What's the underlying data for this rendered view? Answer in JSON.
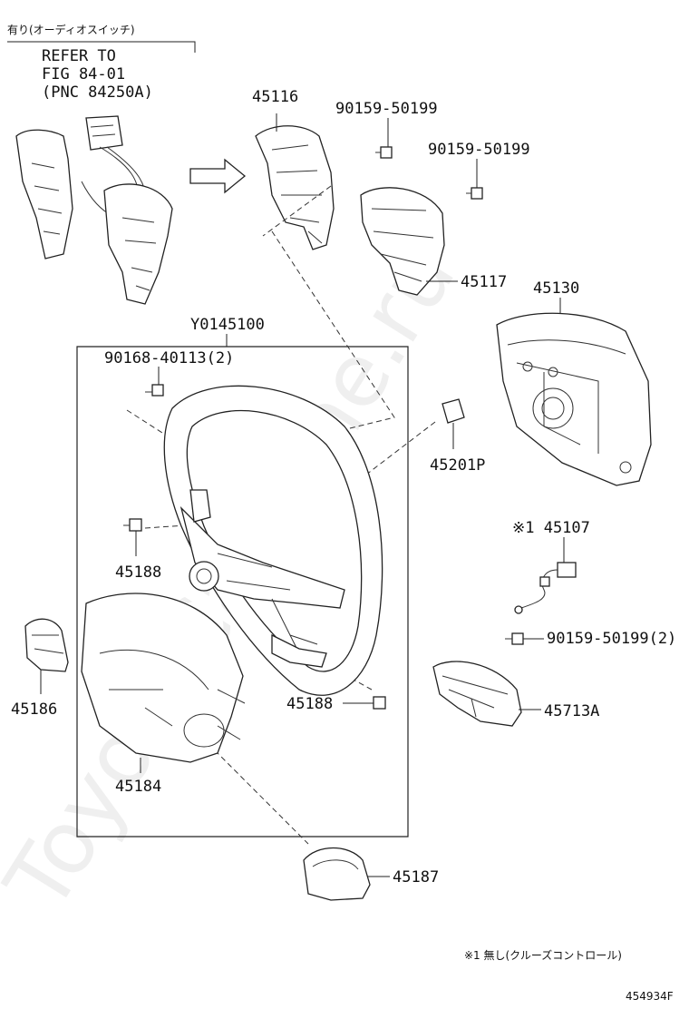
{
  "header_note": {
    "jp_text": "有り(オーディオスイッチ)",
    "refer_lines": [
      "REFER TO",
      "FIG 84-01",
      "(PNC 84250A)"
    ]
  },
  "assembly_label": "Y0145100",
  "parts": {
    "p45116": "45116",
    "p45117": "45117",
    "p45130": "45130",
    "p90159_a": "90159-50199",
    "p90159_b": "90159-50199",
    "p90168": "90168-40113(2)",
    "p45201p": "45201P",
    "p45188_a": "45188",
    "p45188_b": "45188",
    "p45107": "※1 45107",
    "p90159_c": "90159-50199(2)",
    "p45713a": "45713A",
    "p45186": "45186",
    "p45184": "45184",
    "p45187": "45187"
  },
  "footnote": "※1 無し(クルーズコントロール)",
  "drawing_id": "454934F",
  "watermark": "ToyotaCarMine.ru"
}
